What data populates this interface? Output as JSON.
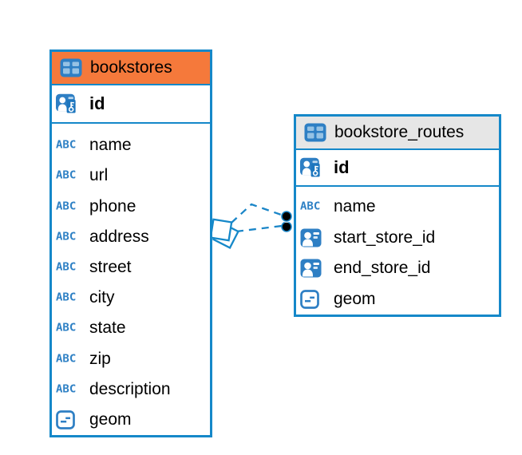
{
  "canvas": {
    "background": "#ffffff"
  },
  "colors": {
    "accent": "#1588c9",
    "icon_blue": "#2e7fc4",
    "bookstores_header_bg": "#f5793b",
    "routes_header_bg": "#e6e6e6",
    "relation_line": "#1b86c8",
    "text": "#000000"
  },
  "icons": {
    "varchar_glyph": "ABC",
    "table_icon": "table-icon",
    "primary_key_icon": "pk-user-icon",
    "foreign_key_icon": "fk-user-icon",
    "object_icon": "object-icon"
  },
  "tables": [
    {
      "title": "bookstores",
      "header_bg": "#f5793b",
      "columns": [
        {
          "name": "id",
          "icon": "pk-user-icon",
          "primary_key": true
        },
        {
          "name": "name",
          "icon": "varchar-icon"
        },
        {
          "name": "url",
          "icon": "varchar-icon"
        },
        {
          "name": "phone",
          "icon": "varchar-icon"
        },
        {
          "name": "address",
          "icon": "varchar-icon"
        },
        {
          "name": "street",
          "icon": "varchar-icon"
        },
        {
          "name": "city",
          "icon": "varchar-icon"
        },
        {
          "name": "state",
          "icon": "varchar-icon"
        },
        {
          "name": "zip",
          "icon": "varchar-icon"
        },
        {
          "name": "description",
          "icon": "varchar-icon"
        },
        {
          "name": "geom",
          "icon": "object-icon"
        }
      ]
    },
    {
      "title": "bookstore_routes",
      "header_bg": "#e6e6e6",
      "columns": [
        {
          "name": "id",
          "icon": "pk-user-icon",
          "primary_key": true
        },
        {
          "name": "name",
          "icon": "varchar-icon"
        },
        {
          "name": "start_store_id",
          "icon": "fk-user-icon"
        },
        {
          "name": "end_store_id",
          "icon": "fk-user-icon"
        },
        {
          "name": "geom",
          "icon": "object-icon"
        }
      ]
    }
  ],
  "relations": [
    {
      "from": "bookstore_routes",
      "to": "bookstores",
      "style": "dashed"
    },
    {
      "from": "bookstore_routes",
      "to": "bookstores",
      "style": "dashed"
    }
  ]
}
